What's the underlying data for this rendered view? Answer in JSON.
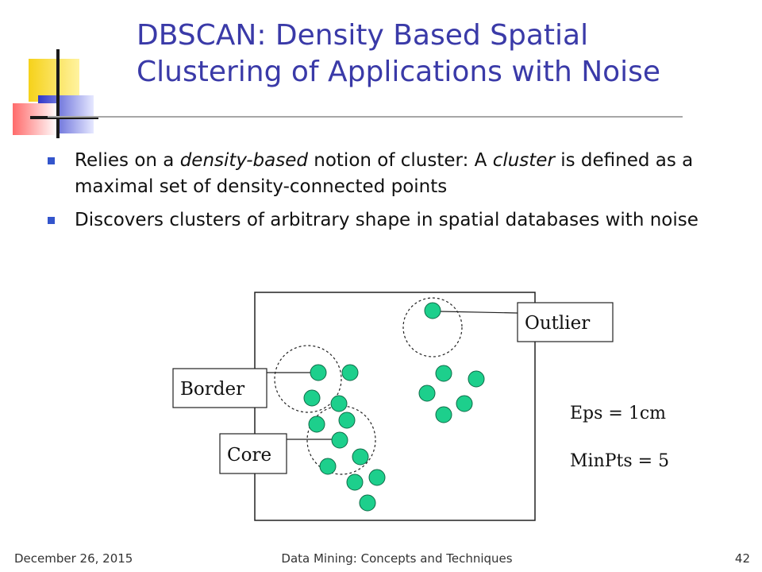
{
  "title": {
    "line1": "DBSCAN: Density Based Spatial",
    "line2": "Clustering of Applications with Noise"
  },
  "bullets": [
    {
      "seg1": "Relies on a ",
      "em1": "density-based",
      "seg2": " notion of cluster:  A ",
      "em2": "cluster",
      "seg3": " is defined as a maximal set of density-connected points"
    },
    {
      "text": "Discovers clusters of arbitrary shape in spatial databases with noise"
    }
  ],
  "diagram": {
    "labels": {
      "outlier": "Outlier",
      "border": "Border",
      "core": "Core"
    },
    "eps": "Eps = 1cm",
    "minpts": "MinPts = 5",
    "colors": {
      "point": "#1dcf8c",
      "point_stroke": "#0f6b47"
    }
  },
  "footer": {
    "date": "December 26, 2015",
    "course": "Data Mining: Concepts and Techniques",
    "page": "42"
  }
}
